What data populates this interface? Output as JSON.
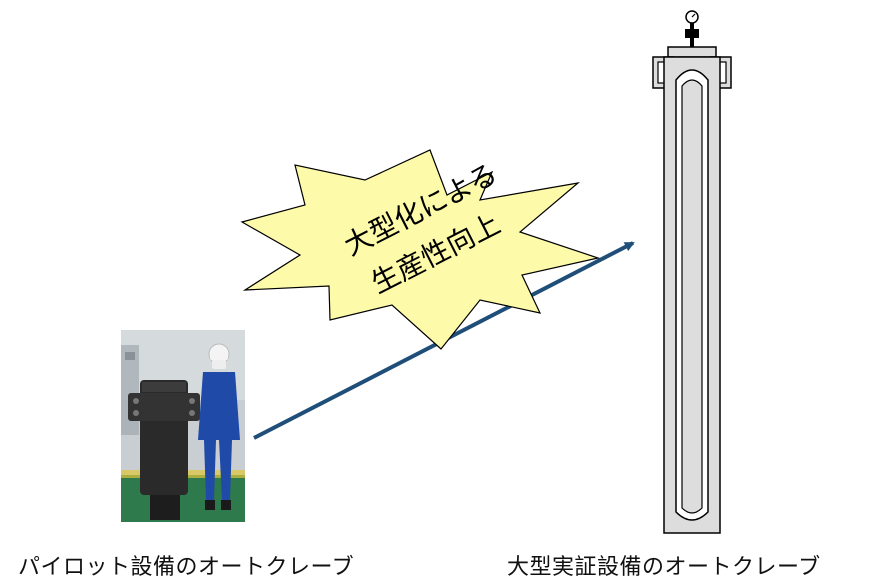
{
  "burst": {
    "line1": "大型化による",
    "line2": "生産性向上",
    "fill_color": "#fdfbaa",
    "stroke_color": "#000000"
  },
  "arrow": {
    "color": "#1f4e79"
  },
  "captions": {
    "left": "パイロット設備のオートクレーブ",
    "right": "大型実証設備のオートクレーブ"
  },
  "photo": {
    "subject": "pilot-autoclave-photo",
    "wall_color": "#c9ced2",
    "floor_color": "#2f7a4c",
    "vessel_color": "#2a2a2a",
    "uniform_color": "#1f4aa8"
  },
  "vessel_diagram": {
    "subject": "large-autoclave-diagram",
    "stroke_color": "#000000",
    "body_fill": "#dddddd",
    "inner_fill": "#ffffff"
  }
}
